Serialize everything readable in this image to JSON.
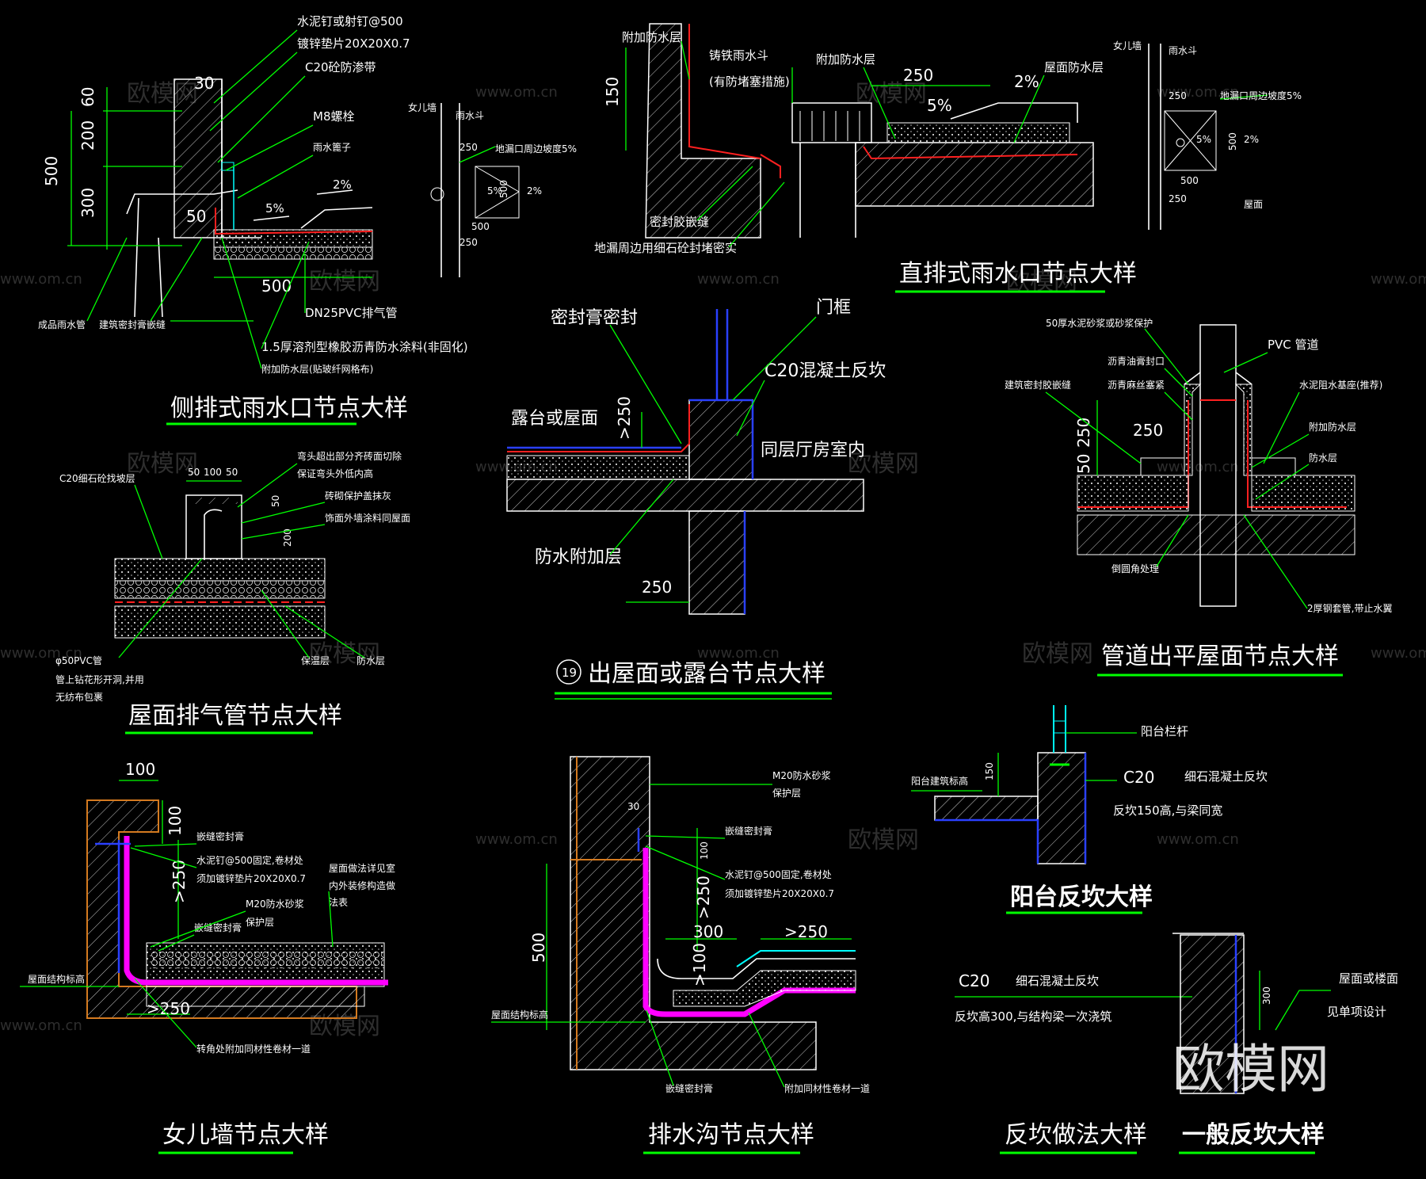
{
  "watermarks": {
    "brand_cn": "欧模网",
    "url": "www.om.cn"
  },
  "brand_mark": "欧模网",
  "details": {
    "side_drain": {
      "title": "侧排式雨水口节点大样",
      "labels": [
        "水泥钉或射钉@500",
        "镀锌垫片20X20X0.7",
        "C20砼防渗带",
        "M8螺栓",
        "雨水篦子",
        "成品雨水管",
        "建筑密封膏嵌缝",
        "DN25PVC排气管",
        "1.5厚溶剂型橡胶沥青防水涂料(非固化)",
        "附加防水层(贴玻纤网格布)"
      ],
      "dims": [
        "500",
        "60",
        "200",
        "300",
        "30",
        "50",
        "500",
        "5%",
        "2%"
      ]
    },
    "direct_drain": {
      "title": "直排式雨水口节点大样",
      "labels": [
        "附加防水层",
        "铸铁雨水斗",
        "(有防堵塞措施)",
        "附加防水层",
        "屋面防水层",
        "密封胶嵌缝",
        "地漏周边用细石砼封堵密实"
      ],
      "dims": [
        "150",
        "250",
        "5%",
        "2%"
      ]
    },
    "small_plan_left": {
      "labels": [
        "女儿墙",
        "雨水斗",
        "地漏口周边坡度5%"
      ],
      "dims": [
        "250",
        "5%",
        "500",
        "2%",
        "500",
        "250"
      ]
    },
    "small_plan_right": {
      "labels": [
        "女儿墙",
        "雨水斗",
        "地漏口周边坡度5%",
        "屋面"
      ],
      "dims": [
        "250",
        "5%",
        "500",
        "2%",
        "500",
        "250"
      ]
    },
    "terrace": {
      "title": "出屋面或露台节点大样",
      "number": "19",
      "labels": [
        "密封膏密封",
        "门框",
        "C20混凝土反坎",
        "露台或屋面",
        "同层厅房室内",
        "防水附加层"
      ],
      "dims": [
        ">250",
        "250"
      ]
    },
    "pipe": {
      "title": "管道出平屋面节点大样",
      "labels": [
        "50厚水泥砂浆或砂浆保护",
        "PVC 管道",
        "沥青油膏封口",
        "沥青麻丝塞紧",
        "建筑密封胶嵌缝",
        "水泥阻水基座(推荐)",
        "附加防水层",
        "防水层",
        "倒圆角处理",
        "2厚钢套管,带止水翼"
      ],
      "dims": [
        "250",
        "50",
        "250"
      ]
    },
    "vent": {
      "title": "屋面排气管节点大样",
      "labels": [
        "C20细石砼找坡层",
        "弯头超出部分齐砖面切除",
        "保证弯头外低内高",
        "砖砌保护盖抹灰",
        "饰面外墙涂料同屋面",
        "保温层",
        "防水层",
        "φ50PVC管",
        "管上钻花形开洞,并用",
        "无纺布包裹"
      ],
      "dims": [
        "50",
        "100",
        "50",
        "50",
        "200"
      ]
    },
    "parapet": {
      "title": "女儿墙节点大样",
      "labels": [
        "嵌缝密封膏",
        "水泥钉@500固定,卷材处",
        "须加镀锌垫片20X20X0.7",
        "M20防水砂浆",
        "保护层",
        "嵌缝密封膏",
        "屋面做法详见室",
        "内外装修构造做",
        "法表",
        "屋面结构标高",
        "转角处附加同材性卷材一道"
      ],
      "dims": [
        "100",
        "100",
        ">250",
        ">250"
      ]
    },
    "gutter": {
      "title": "排水沟节点大样",
      "labels": [
        "M20防水砂浆",
        "保护层",
        "嵌缝密封膏",
        "水泥钉@500固定,卷材处",
        "须加镀锌垫片20X20X0.7",
        "屋面结构标高",
        "嵌缝密封膏",
        "附加同材性卷材一道"
      ],
      "dims": [
        "30",
        "100",
        "500",
        ">250",
        "300",
        ">250",
        ">100"
      ]
    },
    "balcony": {
      "title": "阳台反坎大样",
      "labels": [
        "阳台栏杆",
        "阳台建筑标高",
        "C20",
        "细石混凝土反坎",
        "反坎150高,与梁同宽"
      ],
      "dims": [
        "150"
      ]
    },
    "curb_method": {
      "title": "反坎做法大样",
      "labels": [
        "C20",
        "细石混凝土反坎",
        "反坎高300,与结构梁一次浇筑"
      ]
    },
    "general_curb": {
      "title": "一般反坎大样",
      "labels": [
        "屋面或楼面",
        "见单项设计"
      ],
      "dims": [
        "300"
      ]
    }
  }
}
